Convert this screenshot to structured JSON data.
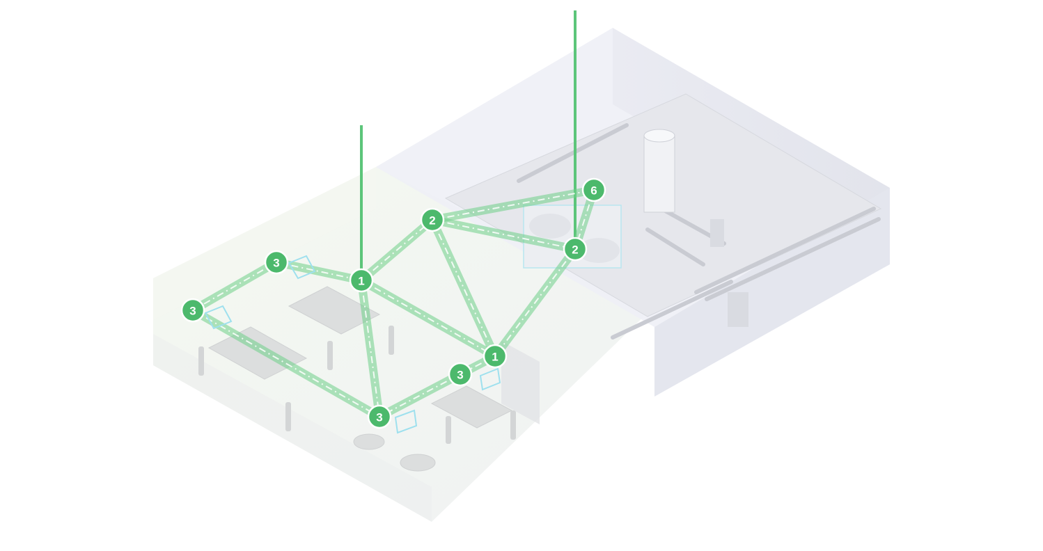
{
  "colors": {
    "accent": "#4cb96c",
    "link": "#6fd089",
    "background": "#ffffff",
    "room": "#e9ebf2"
  },
  "nodes": [
    {
      "id": "n1a",
      "label": "1"
    },
    {
      "id": "n1b",
      "label": "1"
    },
    {
      "id": "n2a",
      "label": "2"
    },
    {
      "id": "n2b",
      "label": "2"
    },
    {
      "id": "n6",
      "label": "6"
    },
    {
      "id": "n3a",
      "label": "3"
    },
    {
      "id": "n3b",
      "label": "3"
    },
    {
      "id": "n3c",
      "label": "3"
    },
    {
      "id": "n3d",
      "label": "3"
    }
  ]
}
